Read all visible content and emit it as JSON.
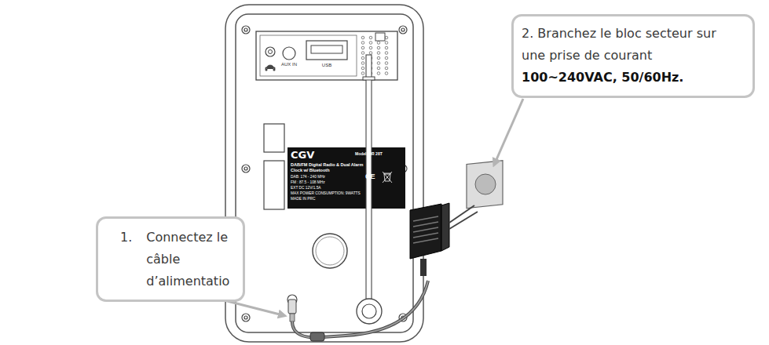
{
  "diagram": {
    "nodes": [
      {
        "text": [
          "1.",
          "Connectez le câble d’alimentatio"
        ]
      },
      {
        "text": [
          "2. Branchez le bloc secteur sur une prise de courant",
          "100~240VAC, 50/60Hz."
        ]
      }
    ],
    "labels": [
      "AUX IN",
      "USB",
      "CGV",
      "Model: DR 28T",
      "DAB/FM Digital Radio & Dual Alarm",
      "Clock w/ Bluetooth",
      "DAB: 174 - 240 MHz",
      "FM : 87.5 - 108 MHz",
      "EXT DC 12V/1.5A",
      "MAX POWER CONSUMPTION: 9WATTS",
      "MADE IN PRC",
      "CE"
    ]
  }
}
